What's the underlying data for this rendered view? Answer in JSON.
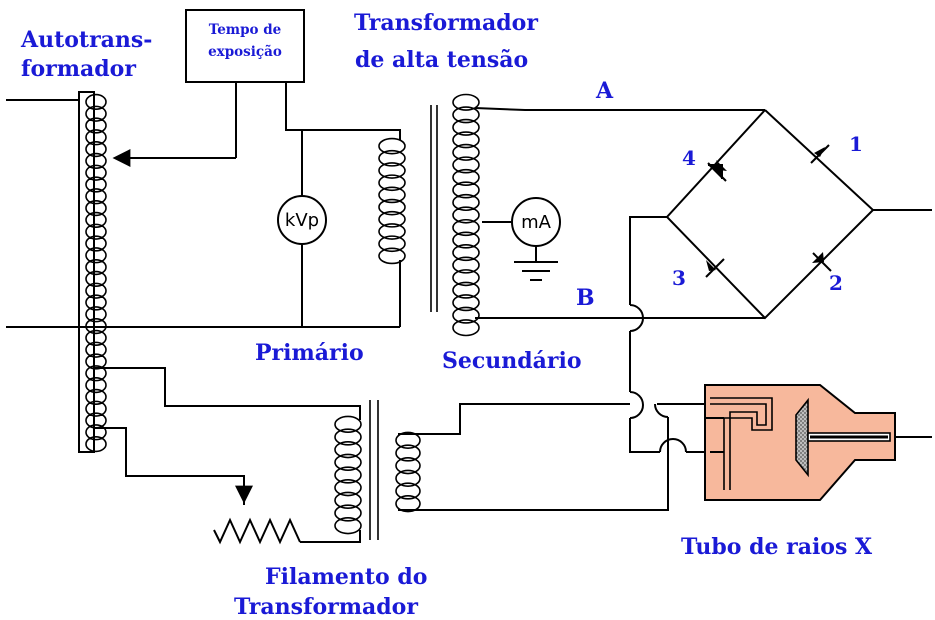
{
  "labels": {
    "autotransformer_line1": "Autotrans-",
    "autotransformer_line2": "formador",
    "timer_line1": "Tempo de",
    "timer_line2": "exposição",
    "hv_line1": "Transformador",
    "hv_line2": "de alta tensão",
    "primary": "Primário",
    "secondary": "Secundário",
    "point_a": "A",
    "point_b": "B",
    "filament_line1": "Filamento do",
    "filament_line2": "Transformador",
    "tube": "Tubo de raios X"
  },
  "meters": {
    "kvp": "kVp",
    "ma": "mA"
  },
  "diodes": {
    "d1": "1",
    "d2": "2",
    "d3": "3",
    "d4": "4"
  },
  "colors": {
    "label": "#1a1ad6",
    "wire": "#000000",
    "tube_fill": "#f7b89c",
    "target": "#9a9a9a"
  }
}
